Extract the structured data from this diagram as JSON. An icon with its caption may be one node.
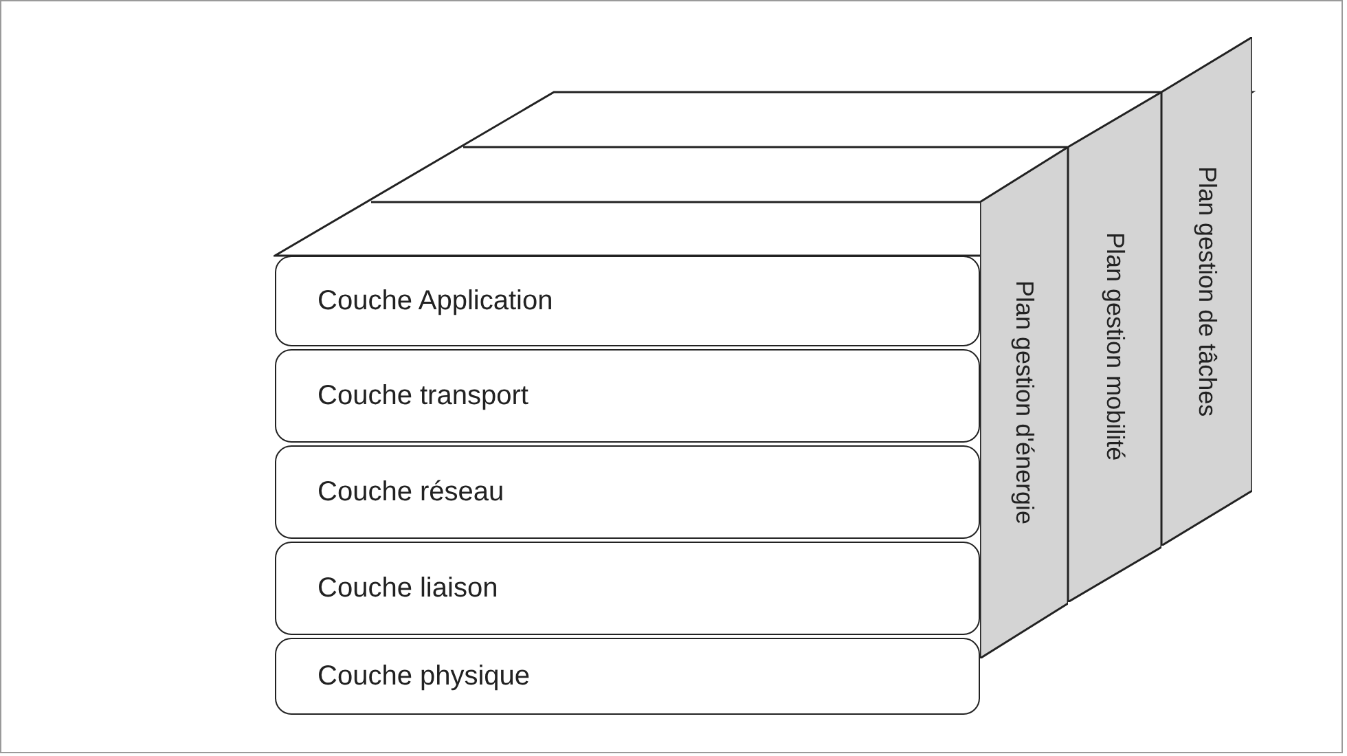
{
  "diagram": {
    "nodes": [
      {
        "text": [
          "Couche Application"
        ]
      },
      {
        "text": [
          "Couche transport"
        ]
      },
      {
        "text": [
          "Couche réseau"
        ]
      },
      {
        "text": [
          "Couche liaison"
        ]
      },
      {
        "text": [
          "Couche physique"
        ]
      },
      {
        "text": [
          "Plan gestion d'énergie"
        ]
      },
      {
        "text": [
          "Plan gestion mobilité"
        ]
      },
      {
        "text": [
          "Plan gestion de tâches"
        ]
      }
    ],
    "edges": []
  }
}
